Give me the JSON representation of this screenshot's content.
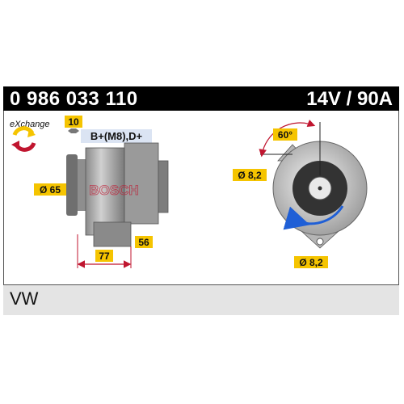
{
  "header": {
    "part_number": "0 986 033 110",
    "spec": "14V / 90A"
  },
  "exchange_logo": {
    "text": "eXchange",
    "icon": "exchange-arrows-icon"
  },
  "side_view": {
    "pulley_diameter": "Ø 65",
    "terminal_size": "10",
    "terminals": "B+(M8),D+",
    "brand_watermark": "BOSCH",
    "length_label": "77",
    "mount_label": "56"
  },
  "front_view": {
    "angle": "60°",
    "upper_hole": "Ø 8,2",
    "lower_hole": "Ø 8,2"
  },
  "footer": {
    "vehicle_make": "VW"
  },
  "colors": {
    "label_bg": "#f5c400",
    "accent": "#c0152f",
    "rotation_arrow": "#1f5fd6",
    "terminal_bg": "#dbe4f3"
  }
}
